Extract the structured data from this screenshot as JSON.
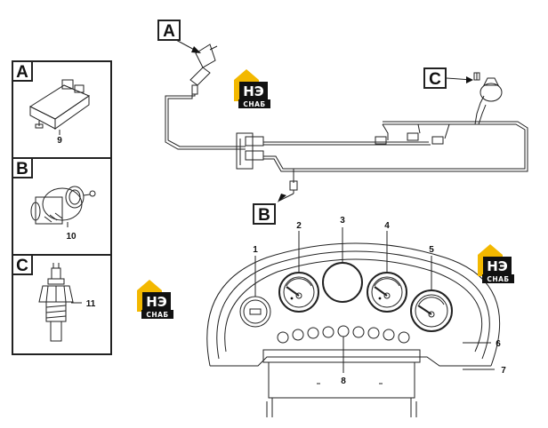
{
  "callouts": {
    "a": "A",
    "b": "B",
    "c": "C"
  },
  "legend": [
    {
      "letter": "A",
      "number": "9"
    },
    {
      "letter": "B",
      "number": "10"
    },
    {
      "letter": "C",
      "number": "11"
    }
  ],
  "panel_labels": [
    "1",
    "2",
    "3",
    "4",
    "5",
    "6",
    "7",
    "8"
  ],
  "logo": {
    "top": "HЭ",
    "bottom": "CHAБ",
    "color": "#f3b800",
    "dark": "#111111"
  }
}
